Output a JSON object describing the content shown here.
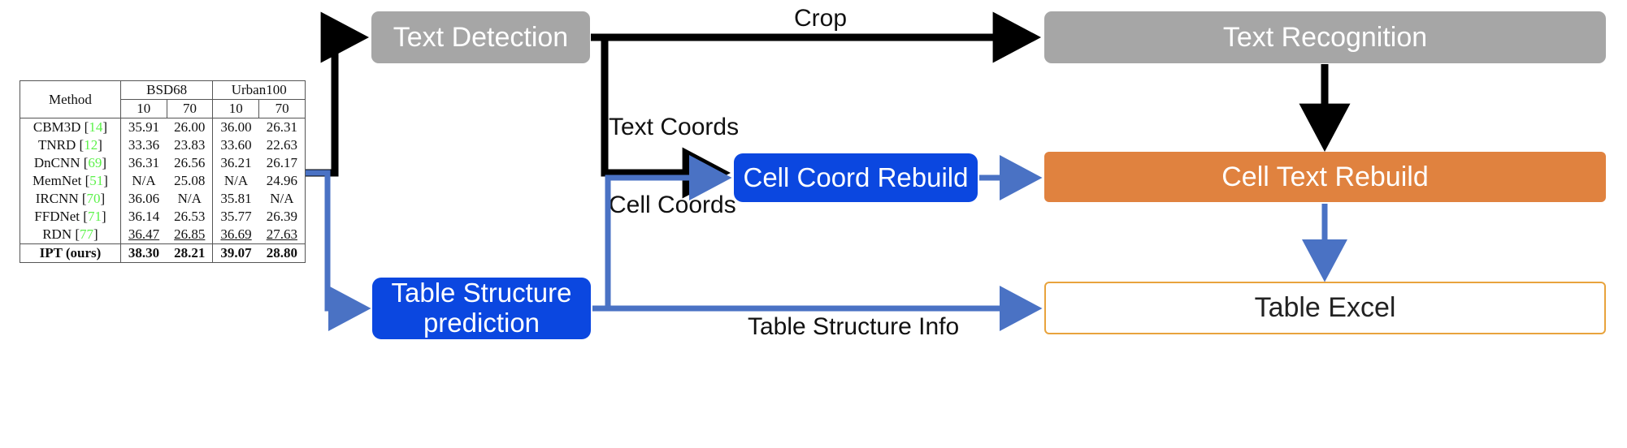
{
  "diagram": {
    "nodes": {
      "text_detection": "Text Detection",
      "text_recognition": "Text Recognition",
      "cell_coord_rebuild": "Cell Coord Rebuild",
      "cell_text_rebuild": "Cell Text Rebuild",
      "table_structure_prediction_line1": "Table Structure",
      "table_structure_prediction_line2": "prediction",
      "table_excel": "Table Excel"
    },
    "edge_labels": {
      "crop": "Crop",
      "text_coords": "Text Coords",
      "cell_coords": "Cell Coords",
      "table_structure_info": "Table Structure Info"
    },
    "colors": {
      "gray_node": "#a6a6a6",
      "blue_node": "#0b47e0",
      "orange_node": "#e0823f",
      "excel_border": "#e8a33d",
      "black_arrow": "#000000",
      "blue_arrow": "#4a72c4",
      "reference_green": "#5cf24a"
    }
  },
  "chart_data": {
    "type": "table",
    "title": "",
    "group_headers": [
      {
        "label": "Method",
        "span": 1
      },
      {
        "label": "BSD68",
        "span": 2
      },
      {
        "label": "Urban100",
        "span": 2
      }
    ],
    "columns": [
      "Method",
      "10",
      "70",
      "10",
      "70"
    ],
    "rows": [
      {
        "method": "CBM3D",
        "ref": "14",
        "values": [
          "35.91",
          "26.00",
          "36.00",
          "26.31"
        ],
        "style": "normal"
      },
      {
        "method": "TNRD",
        "ref": "12",
        "values": [
          "33.36",
          "23.83",
          "33.60",
          "22.63"
        ],
        "style": "normal"
      },
      {
        "method": "DnCNN",
        "ref": "69",
        "values": [
          "36.31",
          "26.56",
          "36.21",
          "26.17"
        ],
        "style": "normal"
      },
      {
        "method": "MemNet",
        "ref": "51",
        "values": [
          "N/A",
          "25.08",
          "N/A",
          "24.96"
        ],
        "style": "normal"
      },
      {
        "method": "IRCNN",
        "ref": "70",
        "values": [
          "36.06",
          "N/A",
          "35.81",
          "N/A"
        ],
        "style": "normal"
      },
      {
        "method": "FFDNet",
        "ref": "71",
        "values": [
          "36.14",
          "26.53",
          "35.77",
          "26.39"
        ],
        "style": "normal"
      },
      {
        "method": "RDN",
        "ref": "77",
        "values": [
          "36.47",
          "26.85",
          "36.69",
          "27.63"
        ],
        "style": "underline"
      },
      {
        "method": "IPT (ours)",
        "ref": "",
        "values": [
          "38.30",
          "28.21",
          "39.07",
          "28.80"
        ],
        "style": "bold"
      }
    ]
  }
}
